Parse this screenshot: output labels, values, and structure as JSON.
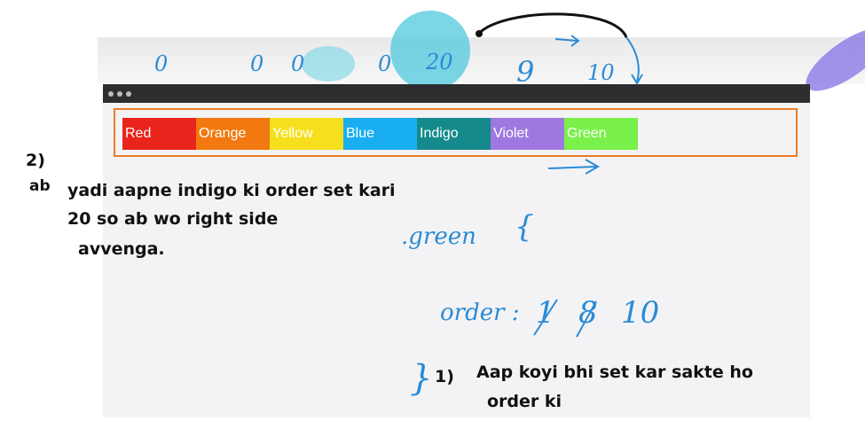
{
  "window": {
    "title_dots": [
      "dot",
      "dot",
      "dot"
    ]
  },
  "flex_items": [
    {
      "label": "Red",
      "color": "#e8241c"
    },
    {
      "label": "Orange",
      "color": "#f1790f"
    },
    {
      "label": "Yellow",
      "color": "#f6e01e"
    },
    {
      "label": "Blue",
      "color": "#18aef0"
    },
    {
      "label": "Indigo",
      "color": "#158a8c"
    },
    {
      "label": "Violet",
      "color": "#9e78e0"
    },
    {
      "label": "Green",
      "color": "#7af04a"
    }
  ],
  "top_handwriting": [
    "0",
    "0",
    "0",
    "0",
    "20",
    "9",
    "10"
  ],
  "notes": {
    "point2_number": "2)",
    "point2_prefix": "ab",
    "point2_line1": "yadi aapne indigo ki order set kari",
    "point2_line2": "20 so ab wo right side",
    "point2_line3": "avvenga.",
    "point1_number": "1)",
    "point1_line1": "Aap koyi bhi set kar sakte ho",
    "point1_line2": "order ki"
  },
  "code_handwriting": {
    "selector": ".green",
    "brace_open": "{",
    "property": "order :",
    "values": [
      "1",
      "8",
      "10"
    ],
    "brace_close": "}"
  }
}
